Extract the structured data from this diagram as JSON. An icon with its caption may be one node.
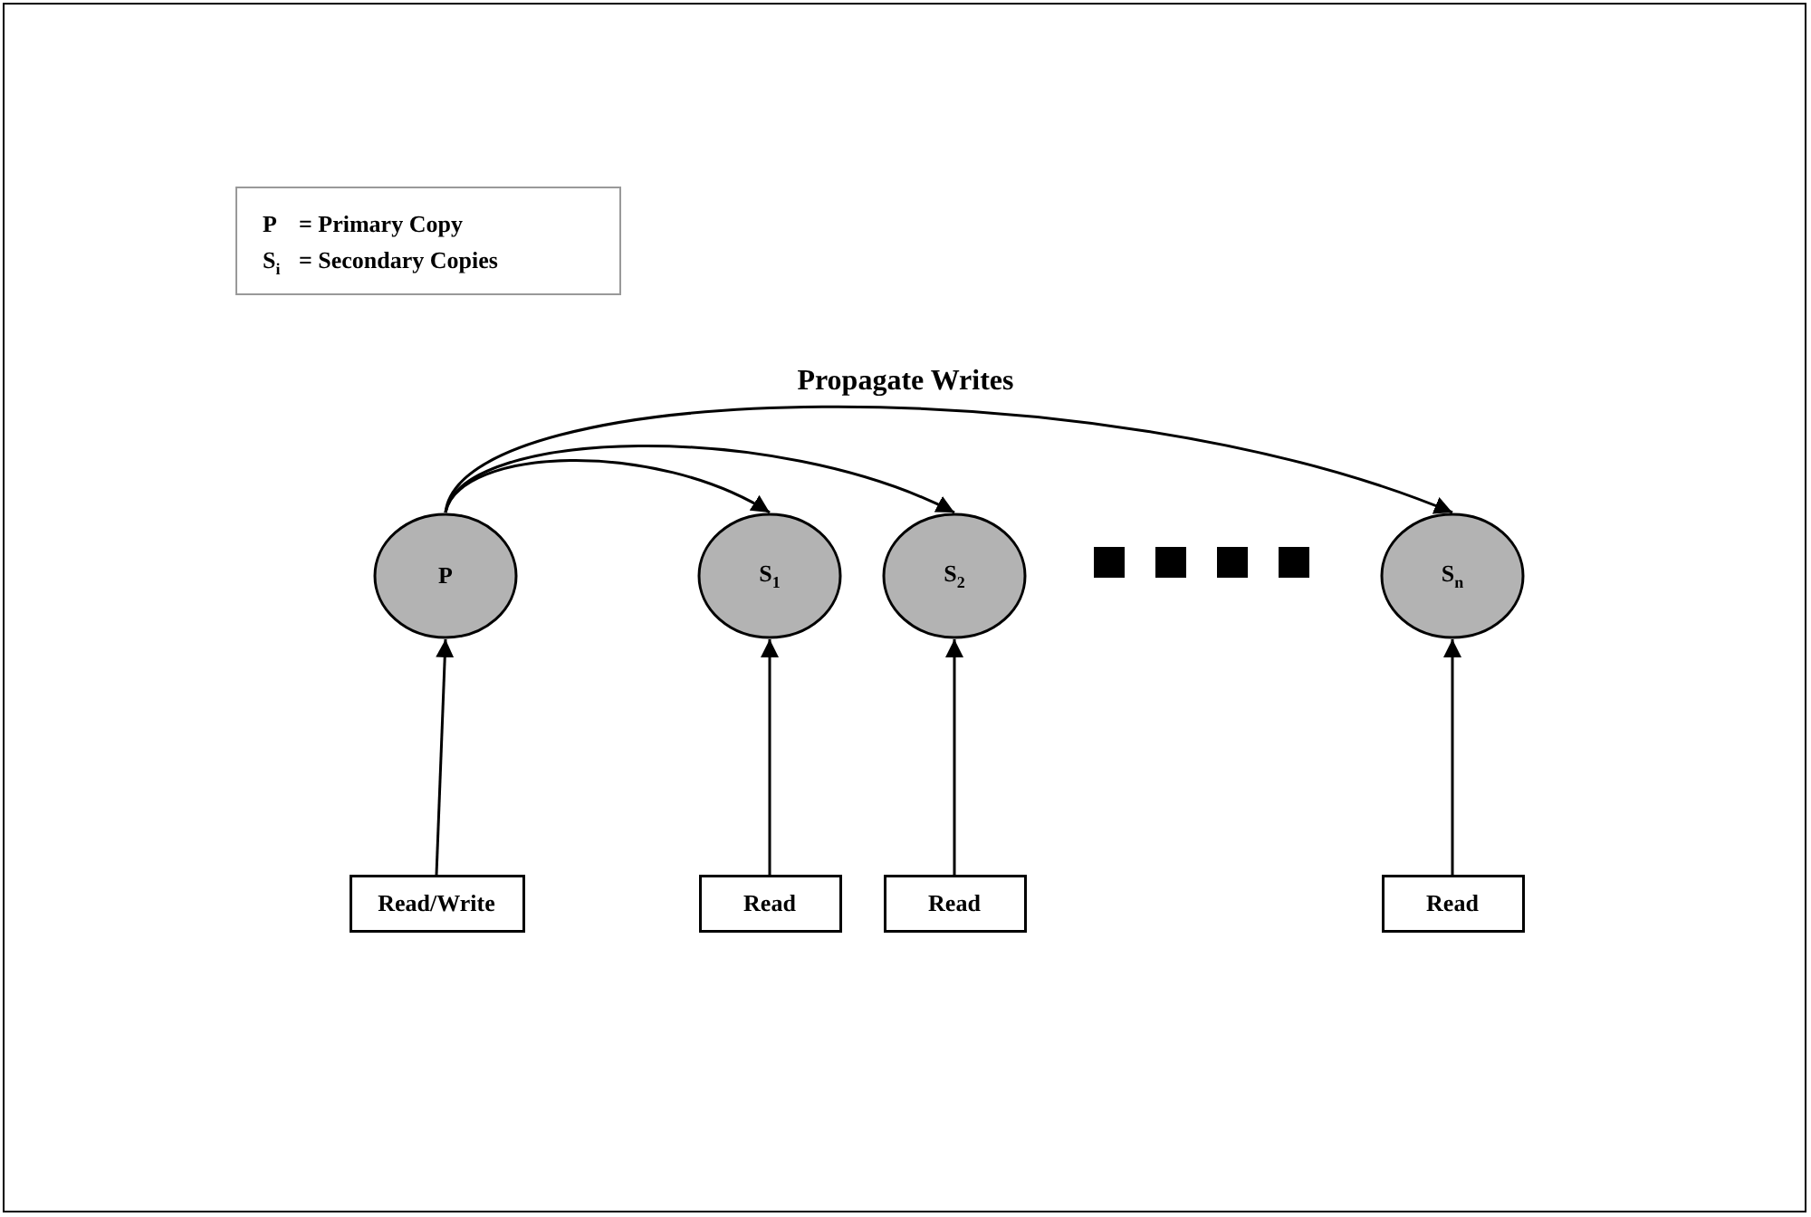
{
  "diagram": {
    "title": "Propagate Writes",
    "nodes": [
      {
        "text": [
          "P"
        ]
      },
      {
        "text": [
          "S$_{1}$"
        ]
      },
      {
        "text": [
          "S$_{2}$"
        ]
      },
      {
        "text": [
          "S$_{n}$"
        ]
      },
      {
        "text": [
          "Read/Write"
        ]
      },
      {
        "text": [
          "Read"
        ]
      },
      {
        "text": [
          "Read"
        ]
      },
      {
        "text": [
          "Read"
        ]
      }
    ],
    "edges": [
      {
        "from": 0,
        "to": 1,
        "arrow": "to"
      },
      {
        "from": 0,
        "to": 2,
        "arrow": "to"
      },
      {
        "from": 0,
        "to": 3,
        "arrow": "to"
      },
      {
        "from": 4,
        "to": 0,
        "arrow": "to"
      },
      {
        "from": 5,
        "to": 1,
        "arrow": "to"
      },
      {
        "from": 6,
        "to": 2,
        "arrow": "to"
      },
      {
        "from": 7,
        "to": 3,
        "arrow": "to"
      }
    ],
    "labels": [
      "P",
      "= Primary Copy",
      "S$_{i}$",
      "= Secondary Copies"
    ]
  }
}
